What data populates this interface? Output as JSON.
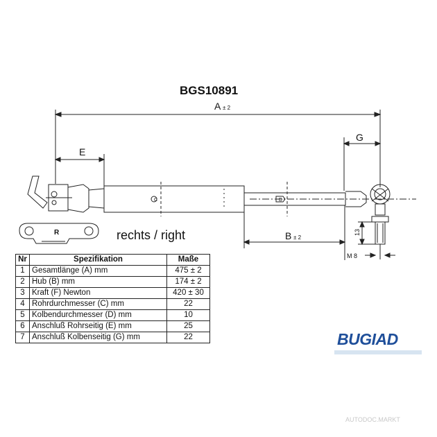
{
  "title": "BGS10891",
  "side_label": "rechts / right",
  "dims": {
    "a": "A",
    "a_tol": "± 2",
    "b": "B",
    "b_tol": "± 2",
    "e": "E",
    "g": "G",
    "m": "M 8",
    "n13": "13",
    "c": "C",
    "d": "D",
    "r": "R"
  },
  "table": {
    "headers": [
      "Nr",
      "Spezifikation",
      "Maße"
    ],
    "rows": [
      {
        "nr": "1",
        "spec": "Gesamtlänge (A) mm",
        "val": "475 ± 2"
      },
      {
        "nr": "2",
        "spec": "Hub (B)  mm",
        "val": "174 ± 2"
      },
      {
        "nr": "3",
        "spec": "Kraft (F) Newton",
        "val": "420 ± 30"
      },
      {
        "nr": "4",
        "spec": "Rohrdurchmesser (C) mm",
        "val": "22"
      },
      {
        "nr": "5",
        "spec": "Kolbendurchmesser (D) mm",
        "val": "10"
      },
      {
        "nr": "6",
        "spec": "Anschluß Rohrseitig (E) mm",
        "val": "25"
      },
      {
        "nr": "7",
        "spec": "Anschluß Kolbenseitig (G) mm",
        "val": "22"
      }
    ]
  },
  "logo": "BUGIAD",
  "watermark": "AUTODOC.MARKT"
}
